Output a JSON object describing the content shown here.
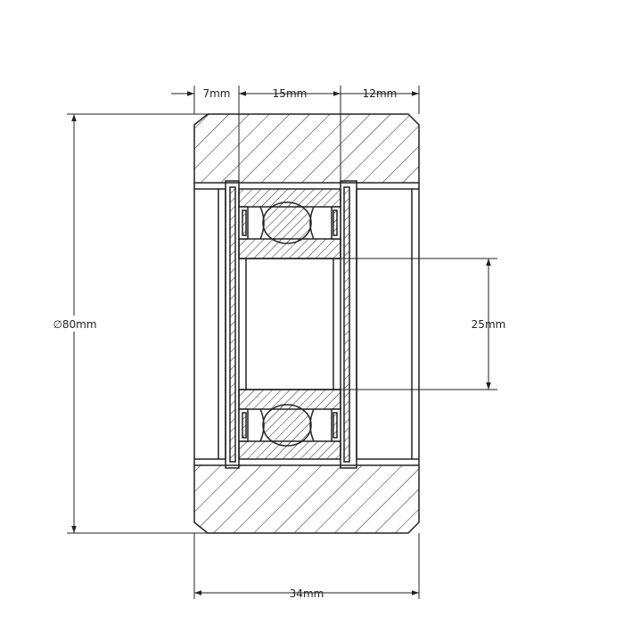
{
  "drawing": {
    "subject": "bearing-roller-cross-section",
    "colors": {
      "line": "#222222",
      "background": "#ffffff"
    },
    "dimensions": {
      "left_width": "7mm",
      "center_width": "15mm",
      "right_width": "12mm",
      "outer_diameter": "∅80mm",
      "bore": "25mm",
      "total_width": "34mm"
    }
  }
}
